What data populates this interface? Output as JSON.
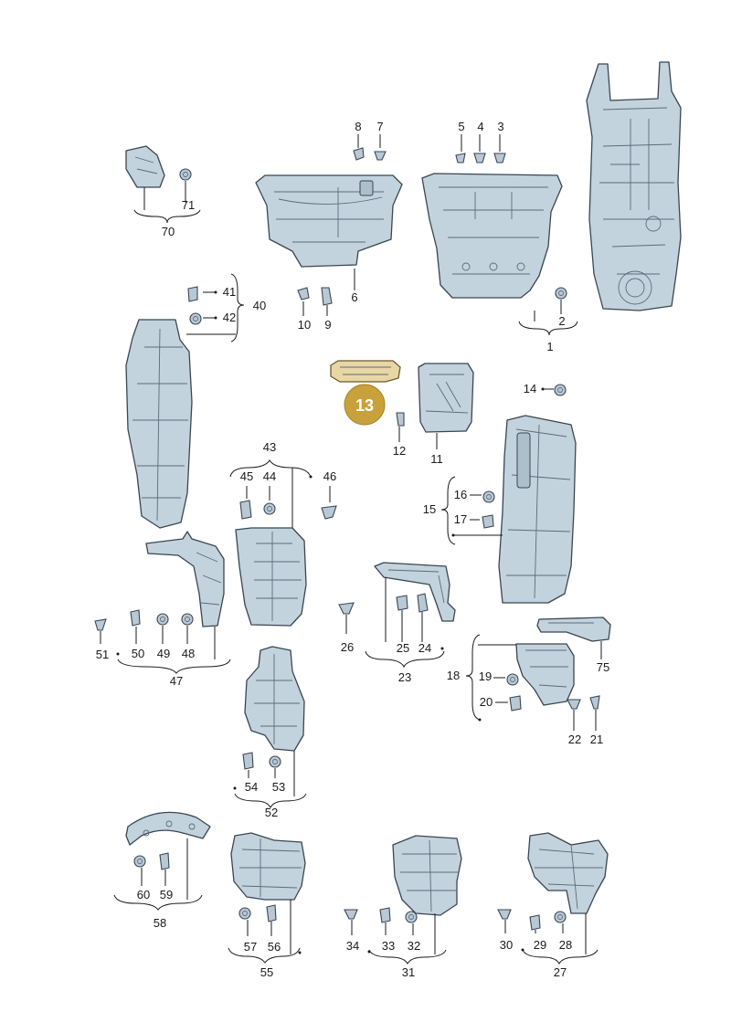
{
  "diagram": {
    "highlighted_label": "13",
    "labels": {
      "p1": "1",
      "p2": "2",
      "p3": "3",
      "p4": "4",
      "p5": "5",
      "p6": "6",
      "p7": "7",
      "p8": "8",
      "p9": "9",
      "p10": "10",
      "p11": "11",
      "p12": "12",
      "p14": "14",
      "p15": "15",
      "p16": "16",
      "p17": "17",
      "p18": "18",
      "p19": "19",
      "p20": "20",
      "p21": "21",
      "p22": "22",
      "p23": "23",
      "p24": "24",
      "p25": "25",
      "p26": "26",
      "p27": "27",
      "p28": "28",
      "p29": "29",
      "p30": "30",
      "p31": "31",
      "p32": "32",
      "p33": "33",
      "p34": "34",
      "p40": "40",
      "p41": "41",
      "p42": "42",
      "p43": "43",
      "p44": "44",
      "p45": "45",
      "p46": "46",
      "p47": "47",
      "p48": "48",
      "p49": "49",
      "p50": "50",
      "p51": "51",
      "p52": "52",
      "p53": "53",
      "p54": "54",
      "p55": "55",
      "p56": "56",
      "p57": "57",
      "p58": "58",
      "p59": "59",
      "p60": "60",
      "p70": "70",
      "p71": "71",
      "p75": "75"
    }
  }
}
